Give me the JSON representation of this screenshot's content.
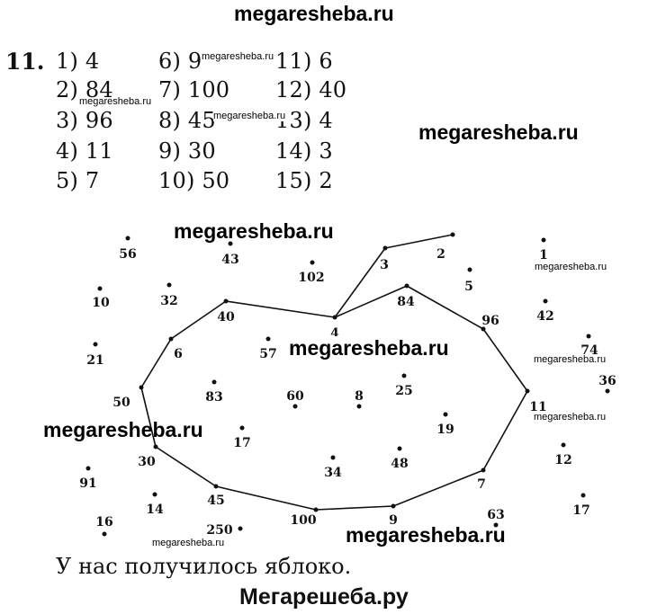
{
  "watermark_top": "megaresheba.ru",
  "exercise_number": "11.",
  "answers": [
    "1) 4",
    "2) 84",
    "3) 96",
    "4) 11",
    "5) 7",
    "6) 9",
    "7) 100",
    "8) 45",
    "9) 30",
    "10) 50",
    "11) 6",
    "12) 40",
    "13) 4",
    "14) 3",
    "15) 2"
  ],
  "watermarks": {
    "small": "megaresheba.ru",
    "big": "megaresheba.ru"
  },
  "puzzle": {
    "path_order": [
      "3",
      "2",
      "3",
      "4",
      "40",
      "6",
      "50",
      "30",
      "45",
      "100",
      "9",
      "7",
      "11",
      "96",
      "84",
      "4"
    ],
    "points": {
      "56": "56",
      "43": "43",
      "102": "102",
      "1": "1",
      "2": "2",
      "3": "3",
      "5": "5",
      "10": "10",
      "32": "32",
      "40": "40",
      "4": "4",
      "84": "84",
      "96": "96",
      "42": "42",
      "21": "21",
      "6": "6",
      "57": "57",
      "74": "74",
      "83": "83",
      "25": "25",
      "50": "50",
      "11": "11",
      "36": "36",
      "60": "60",
      "8": "8",
      "19": "19",
      "17a": "17",
      "30": "30",
      "34": "34",
      "48": "48",
      "12": "12",
      "91": "91",
      "7": "7",
      "14": "14",
      "45": "45",
      "17b": "17",
      "16": "16",
      "250": "250",
      "100": "100",
      "9": "9",
      "63": "63"
    }
  },
  "caption": "У нас получилось яблоко.",
  "footer": "Мегарешеба.ру"
}
